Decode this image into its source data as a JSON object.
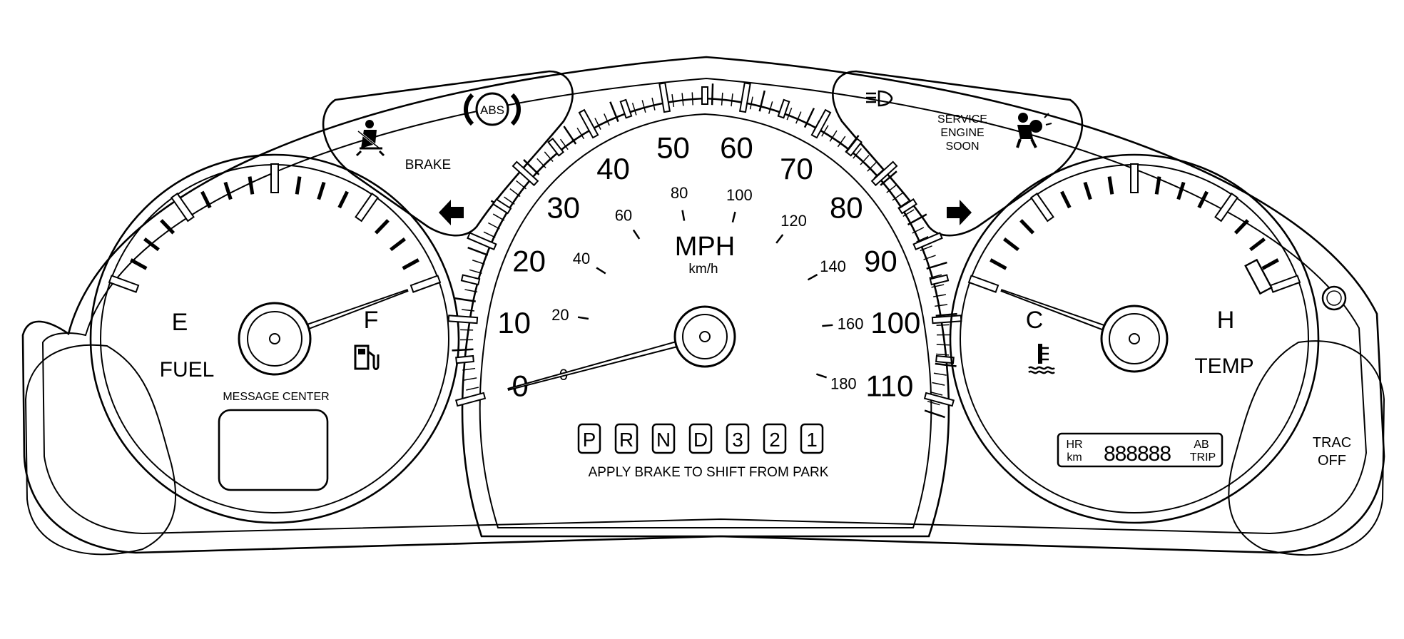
{
  "colors": {
    "line": "#000000",
    "background": "#ffffff"
  },
  "telltales_left": {
    "seatbelt_icon": "seatbelt-reminder-icon",
    "abs_label": "ABS",
    "brake_label": "BRAKE",
    "turn_left_icon": "turn-signal-left-arrow"
  },
  "telltales_right": {
    "headlamp_icon": "high-beam-icon",
    "service_engine_soon": [
      "SERVICE",
      "ENGINE",
      "SOON"
    ],
    "airbag_icon": "airbag-icon",
    "turn_right_icon": "turn-signal-right-arrow"
  },
  "fuel_gauge": {
    "empty_label": "E",
    "full_label": "F",
    "label": "FUEL",
    "pump_icon": "fuel-pump-icon",
    "level_fraction": 1.0
  },
  "message_center": {
    "label": "MESSAGE CENTER"
  },
  "speedometer": {
    "unit_primary": "MPH",
    "unit_secondary": "km/h",
    "mph_labels": [
      "0",
      "10",
      "20",
      "30",
      "40",
      "50",
      "60",
      "70",
      "80",
      "90",
      "100",
      "110"
    ],
    "kmh_labels": [
      "0",
      "20",
      "40",
      "60",
      "80",
      "100",
      "120",
      "140",
      "160",
      "180"
    ],
    "reading_mph": 0
  },
  "prnd": {
    "gears": [
      "P",
      "R",
      "N",
      "D",
      "3",
      "2",
      "1"
    ],
    "message": "APPLY BRAKE TO SHIFT FROM PARK"
  },
  "temp_gauge": {
    "cold_label": "C",
    "hot_label": "H",
    "label": "TEMP",
    "coolant_icon": "coolant-temperature-icon",
    "level_fraction": 0.0
  },
  "odometer": {
    "unit_top": "HR",
    "unit_bottom": "km",
    "digits": "888888",
    "trip_top": "AB",
    "trip_bottom": "TRIP"
  },
  "trac_off": {
    "line1": "TRAC",
    "line2": "OFF"
  }
}
